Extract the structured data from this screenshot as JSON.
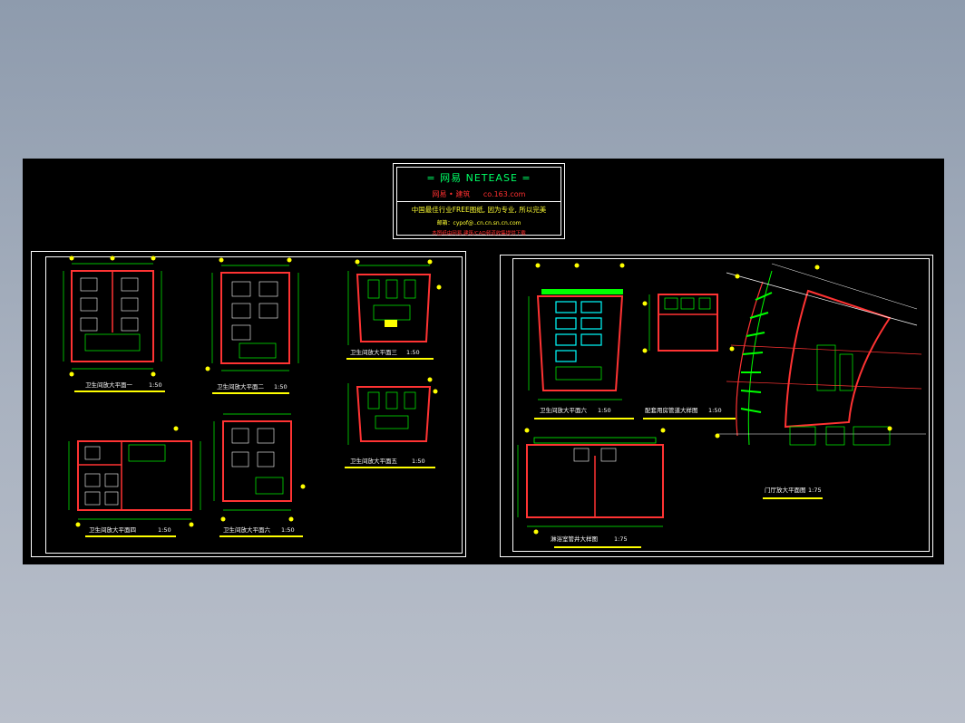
{
  "title_block": {
    "title": "= 网易  NETEASE =",
    "subtitle": "网易 • 建筑",
    "site": "co.163.com",
    "description": "中国最佳行业FREE图纸, 因为专业, 所以完美",
    "email": "邮箱：cypof@..cn.cn.sn.cn.com",
    "note": "本图纸由网易.建筑/CAD频道收集提供下载"
  },
  "left_sheet": {
    "drawings": [
      {
        "label": "卫生间放大平面一",
        "scale": "1:50"
      },
      {
        "label": "卫生间放大平面二",
        "scale": "1:50"
      },
      {
        "label": "卫生间放大平面三",
        "scale": "1:50"
      },
      {
        "label": "卫生间放大平面四",
        "scale": "1:50"
      },
      {
        "label": "卫生间放大平面五",
        "scale": "1:50"
      },
      {
        "label": "卫生间放大平面六",
        "scale": "1:50"
      }
    ]
  },
  "right_sheet": {
    "drawings": [
      {
        "label": "卫生间放大平面六",
        "scale": "1:50"
      },
      {
        "label": "配套用房管道大样图",
        "scale": "1:50"
      },
      {
        "label": "淋浴室管井大样图",
        "scale": "1:75"
      },
      {
        "label": "门厅放大平面图",
        "scale": "1:75"
      }
    ]
  },
  "colors": {
    "background": "#000000",
    "wall": "#ff3333",
    "green": "#00ff00",
    "yellow": "#ffff00",
    "cyan": "#00ffff",
    "white": "#ffffff"
  }
}
